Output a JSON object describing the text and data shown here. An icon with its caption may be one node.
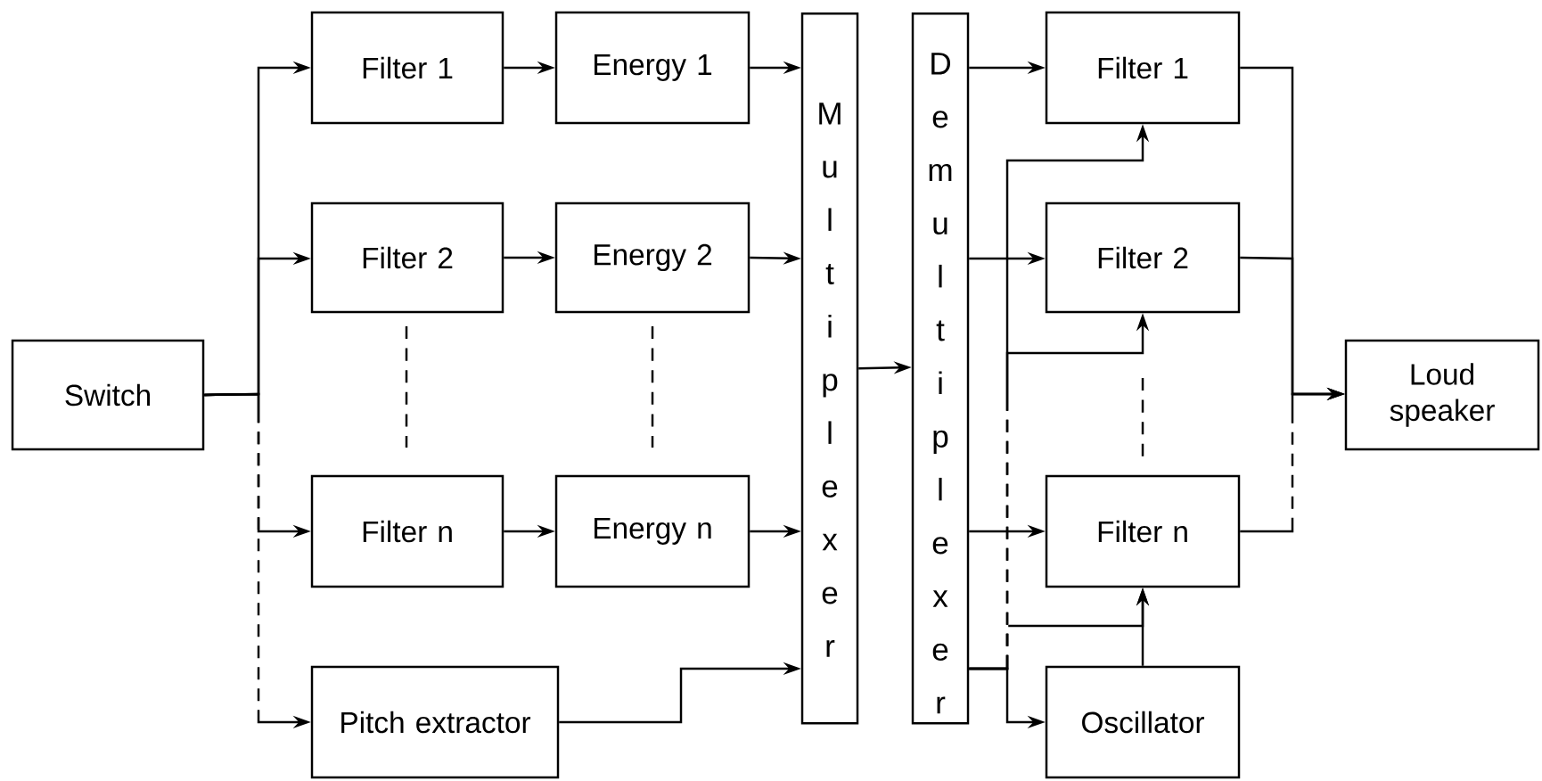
{
  "diagram": {
    "nodes": [
      {
        "text": [
          "Switch"
        ]
      },
      {
        "text": [
          "Filter 1"
        ]
      },
      {
        "text": [
          "Energy 1"
        ]
      },
      {
        "text": [
          "Filter 2"
        ]
      },
      {
        "text": [
          "Energy 2"
        ]
      },
      {
        "text": [
          "Filter n"
        ]
      },
      {
        "text": [
          "Energy n"
        ]
      },
      {
        "text": [
          "Pitch extractor"
        ]
      },
      {
        "text": [
          "Multiplexer"
        ]
      },
      {
        "text": [
          "Demultiplexer"
        ]
      },
      {
        "text": [
          "Filter 1"
        ]
      },
      {
        "text": [
          "Filter 2"
        ]
      },
      {
        "text": [
          "Filter n"
        ]
      },
      {
        "text": [
          "Oscillator"
        ]
      },
      {
        "text": [
          "Loud speaker"
        ]
      }
    ],
    "edges": [
      {
        "from": 0,
        "to": 1,
        "arrow": "to"
      },
      {
        "from": 0,
        "to": 3,
        "arrow": "to"
      },
      {
        "from": 0,
        "to": 5,
        "arrow": "to",
        "style": "dashed"
      },
      {
        "from": 0,
        "to": 7,
        "arrow": "to",
        "style": "dashed"
      },
      {
        "from": 1,
        "to": 2,
        "arrow": "to"
      },
      {
        "from": 3,
        "to": 4,
        "arrow": "to"
      },
      {
        "from": 5,
        "to": 6,
        "arrow": "to"
      },
      {
        "from": 2,
        "to": 8,
        "arrow": "to"
      },
      {
        "from": 4,
        "to": 8,
        "arrow": "to"
      },
      {
        "from": 6,
        "to": 8,
        "arrow": "to"
      },
      {
        "from": 7,
        "to": 8,
        "arrow": "to"
      },
      {
        "from": 8,
        "to": 9,
        "arrow": "to"
      },
      {
        "from": 9,
        "to": 10,
        "arrow": "to"
      },
      {
        "from": 9,
        "to": 11,
        "arrow": "to"
      },
      {
        "from": 9,
        "to": 12,
        "arrow": "to"
      },
      {
        "from": 9,
        "to": 10,
        "arrow": "to",
        "style": "dashed"
      },
      {
        "from": 9,
        "to": 11,
        "arrow": "to",
        "style": "dashed"
      },
      {
        "from": 9,
        "to": 12,
        "arrow": "to",
        "style": "dashed"
      },
      {
        "from": 9,
        "to": 13,
        "arrow": "to"
      },
      {
        "from": 13,
        "to": 12,
        "arrow": "to"
      },
      {
        "from": 10,
        "to": 14,
        "arrow": "to"
      },
      {
        "from": 11,
        "to": 14,
        "arrow": "to"
      },
      {
        "from": 12,
        "to": 14,
        "arrow": "to",
        "style": "dashed"
      }
    ]
  }
}
